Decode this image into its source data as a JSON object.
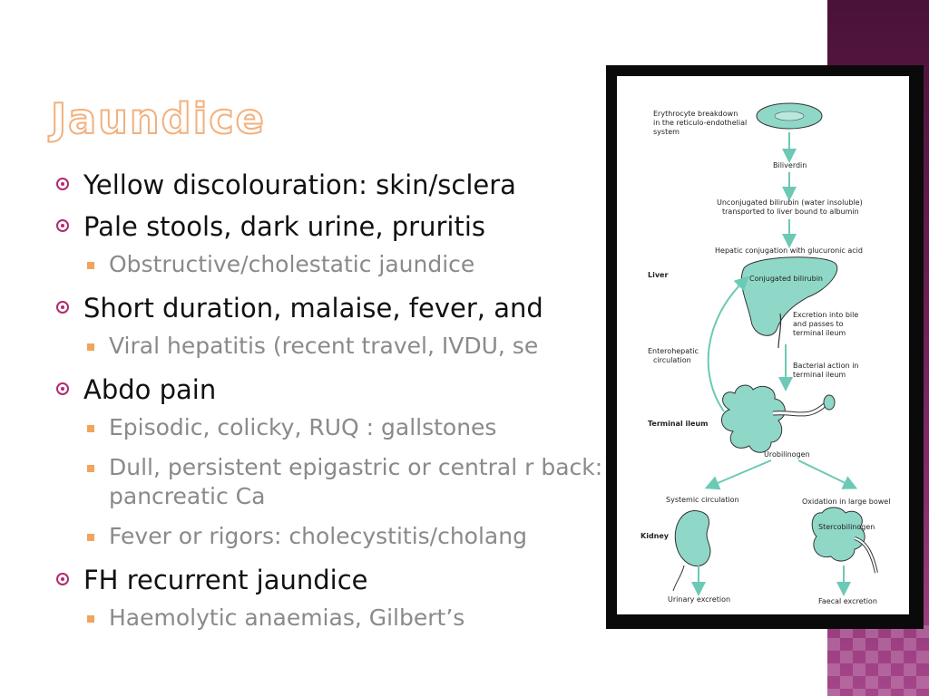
{
  "title": "Jaundice",
  "bullets": [
    {
      "text": "Yellow discolouration: skin/sclera",
      "subs": []
    },
    {
      "text": "Pale stools, dark urine, pruritis",
      "subs": [
        "Obstructive/cholestatic jaundice"
      ]
    },
    {
      "text": "Short duration, malaise, fever, and",
      "subs": [
        "Viral hepatitis (recent travel, IVDU, se"
      ]
    },
    {
      "text": "Abdo pain",
      "subs": [
        "Episodic, colicky, RUQ : gallstones",
        "Dull, persistent epigastric or central r back: pancreatic Ca",
        "Fever or rigors: cholecystitis/cholang"
      ]
    },
    {
      "text": "FH recurrent jaundice",
      "subs": [
        "Haemolytic anaemias, Gilbert’s"
      ]
    }
  ],
  "diagram": {
    "erythrocyte": [
      "Erythrocyte breakdown",
      "in the reticulo-endothelial",
      "system"
    ],
    "biliverdin": "Biliverdin",
    "unconjugated": [
      "Unconjugated bilirubin (water insoluble)",
      "transported to liver bound to albumin"
    ],
    "hepatic": "Hepatic conjugation with glucuronic acid",
    "liver": "Liver",
    "conjugated": "Conjugated bilirubin",
    "excretion": [
      "Excretion into bile",
      "and passes to",
      "terminal ileum"
    ],
    "enterohepatic": [
      "Enterohepatic",
      "circulation"
    ],
    "bacterial": [
      "Bacterial action in",
      "terminal ileum"
    ],
    "terminal_ileum": "Terminal ileum",
    "urobilinogen": "Urobilinogen",
    "systemic": "Systemic circulation",
    "oxidation": "Oxidation in large bowel",
    "kidney": "Kidney",
    "stercobilinogen": "Stercobilinogen",
    "urinary": "Urinary excretion",
    "faecal": "Faecal excretion"
  },
  "colors": {
    "accent": "#b12a6f",
    "title_outline": "#f2b07c",
    "sub_marker": "#f2a35e",
    "diagram_teal": "#8fd8c8"
  }
}
